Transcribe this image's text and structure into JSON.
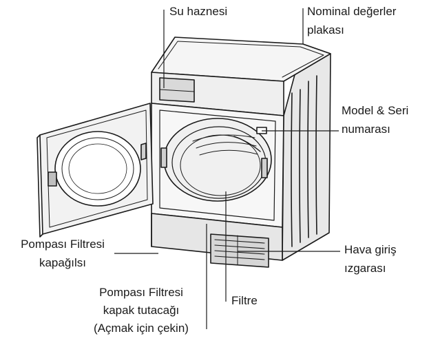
{
  "labels": {
    "water_tank": "Su haznesi",
    "rating_plate": [
      "Nominal değerler",
      "plakası"
    ],
    "model_serial": [
      "Model & Seri",
      "numarası"
    ],
    "air_intake": [
      "Hava giriş",
      "ızgarası"
    ],
    "filter": "Filtre",
    "pump_filter_cover": [
      "Pompası Filtresi",
      "kapağılsı"
    ],
    "pump_filter_handle": [
      "Pompası Filtresi",
      "kapak tutacağı",
      "(Açmak için çekin)"
    ]
  },
  "colors": {
    "line": "#1a1a1a",
    "body_fill": "#f2f2f2",
    "shade_fill": "#d9d9d9",
    "dark_fill": "#bfbfbf"
  }
}
